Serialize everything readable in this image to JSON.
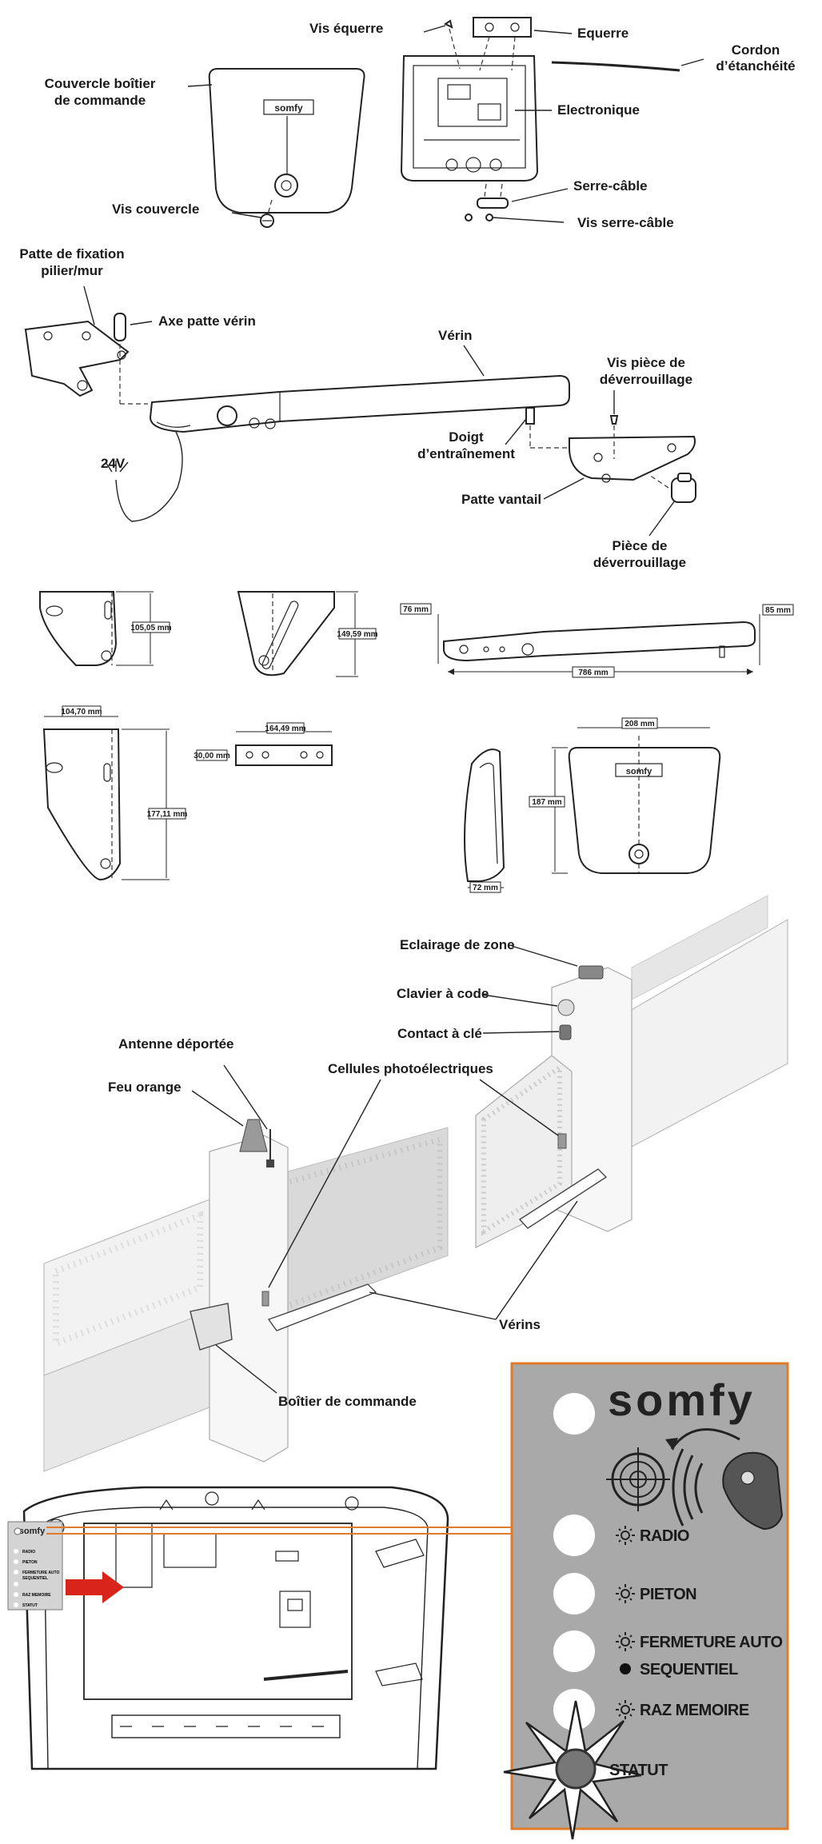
{
  "top_labels": {
    "vis_equerre": "Vis équerre",
    "equerre": "Equerre",
    "cordon_line1": "Cordon",
    "cordon_line2": "d’étanchéité",
    "couvercle_line1": "Couvercle boîtier",
    "couvercle_line2": "de commande",
    "electronique": "Electronique",
    "serre_cable": "Serre-câble",
    "vis_couvercle": "Vis couvercle",
    "vis_serre_cable": "Vis serre-câble"
  },
  "actuator_labels": {
    "patte_fixation_line1": "Patte de fixation",
    "patte_fixation_line2": "pilier/mur",
    "axe_patte": "Axe patte vérin",
    "verin": "Vérin",
    "vis_piece_line1": "Vis pièce de",
    "vis_piece_line2": "déverrouillage",
    "voltage": "24V",
    "doigt_line1": "Doigt",
    "doigt_line2": "d’entraînement",
    "patte_vantail": "Patte vantail",
    "piece_line1": "Pièce de",
    "piece_line2": "déverrouillage"
  },
  "dimensions": {
    "d105": "105,05 mm",
    "d149": "149,59 mm",
    "d76": "76 mm",
    "d85": "85 mm",
    "d786": "786 mm",
    "d104": "104,70 mm",
    "d164": "164,49 mm",
    "d30": "30,00 mm",
    "d177": "177,11 mm",
    "d208": "208 mm",
    "d187": "187 mm",
    "d72": "72 mm"
  },
  "installation_labels": {
    "eclairage": "Eclairage de zone",
    "clavier": "Clavier à code",
    "contact": "Contact à clé",
    "antenne": "Antenne déportée",
    "feu": "Feu orange",
    "cellules": "Cellules photoélectriques",
    "verins": "Vérins",
    "boitier": "Boîtier de commande"
  },
  "brand": "somfy",
  "panel": {
    "items": [
      "RADIO",
      "PIETON",
      "FERMETURE AUTO",
      "SEQUENTIEL",
      "RAZ MEMOIRE",
      "STATUT"
    ]
  },
  "mini_panel": {
    "items": [
      "RADIO",
      "PIETON",
      "FERMETURE AUTO",
      "SEQUENTIEL",
      "RAZ MEMOIRE",
      "STATUT"
    ]
  },
  "colors": {
    "panel_bg": "#a9a9a9",
    "panel_border": "#e07b28",
    "arrow_red": "#d9241c",
    "gate_grey": "#d9d9d9"
  }
}
